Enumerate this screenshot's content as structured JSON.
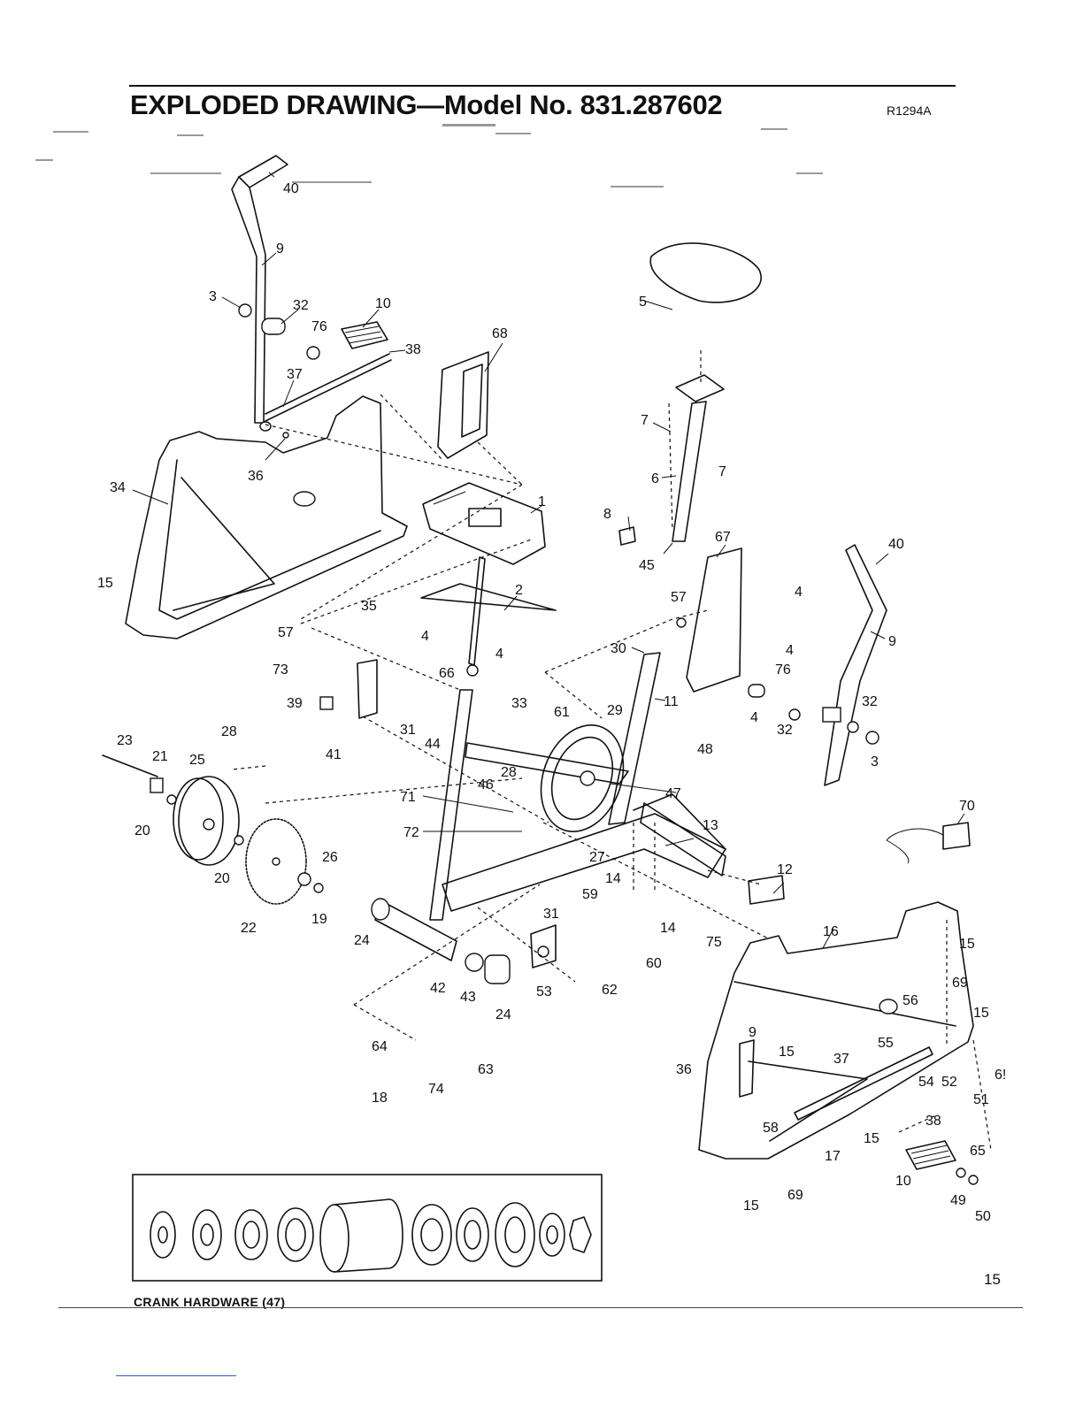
{
  "header": {
    "title": "EXPLODED DRAWING—Model No. 831.287602",
    "code": "R1294A"
  },
  "footer": {
    "page_number": "15",
    "inset_caption": "CRANK HARDWARE (47)"
  },
  "callouts": [
    {
      "id": "c40a",
      "text": "40"
    },
    {
      "id": "c9a",
      "text": "9"
    },
    {
      "id": "c3a",
      "text": "3"
    },
    {
      "id": "c32a",
      "text": "32"
    },
    {
      "id": "c10a",
      "text": "10"
    },
    {
      "id": "c76a",
      "text": "76"
    },
    {
      "id": "c38a",
      "text": "38"
    },
    {
      "id": "c37a",
      "text": "37"
    },
    {
      "id": "c36a",
      "text": "36"
    },
    {
      "id": "c34",
      "text": "34"
    },
    {
      "id": "c15a",
      "text": "15"
    },
    {
      "id": "c68",
      "text": "68"
    },
    {
      "id": "c1",
      "text": "1"
    },
    {
      "id": "c2",
      "text": "2"
    },
    {
      "id": "c4a",
      "text": "4"
    },
    {
      "id": "c4b",
      "text": "4"
    },
    {
      "id": "c35",
      "text": "35"
    },
    {
      "id": "c57a",
      "text": "57"
    },
    {
      "id": "c73",
      "text": "73"
    },
    {
      "id": "c39",
      "text": "39"
    },
    {
      "id": "c66",
      "text": "66"
    },
    {
      "id": "c31a",
      "text": "31"
    },
    {
      "id": "c44",
      "text": "44"
    },
    {
      "id": "c41",
      "text": "41"
    },
    {
      "id": "c33",
      "text": "33"
    },
    {
      "id": "c61",
      "text": "61"
    },
    {
      "id": "c29",
      "text": "29"
    },
    {
      "id": "c23",
      "text": "23"
    },
    {
      "id": "c21",
      "text": "21"
    },
    {
      "id": "c25",
      "text": "25"
    },
    {
      "id": "c28a",
      "text": "28"
    },
    {
      "id": "c28b",
      "text": "28"
    },
    {
      "id": "c20a",
      "text": "20"
    },
    {
      "id": "c20b",
      "text": "20"
    },
    {
      "id": "c26",
      "text": "26"
    },
    {
      "id": "c19",
      "text": "19"
    },
    {
      "id": "c22",
      "text": "22"
    },
    {
      "id": "c71",
      "text": "71"
    },
    {
      "id": "c72",
      "text": "72"
    },
    {
      "id": "c46",
      "text": "46"
    },
    {
      "id": "c27",
      "text": "27"
    },
    {
      "id": "c47",
      "text": "47"
    },
    {
      "id": "c48",
      "text": "48"
    },
    {
      "id": "c13",
      "text": "13"
    },
    {
      "id": "c59",
      "text": "59"
    },
    {
      "id": "c14a",
      "text": "14"
    },
    {
      "id": "c14b",
      "text": "14"
    },
    {
      "id": "c12",
      "text": "12"
    },
    {
      "id": "c24a",
      "text": "24"
    },
    {
      "id": "c42",
      "text": "42"
    },
    {
      "id": "c43",
      "text": "43"
    },
    {
      "id": "c24b",
      "text": "24"
    },
    {
      "id": "c31b",
      "text": "31"
    },
    {
      "id": "c53",
      "text": "53"
    },
    {
      "id": "c62",
      "text": "62"
    },
    {
      "id": "c60",
      "text": "60"
    },
    {
      "id": "c75",
      "text": "75"
    },
    {
      "id": "c64",
      "text": "64"
    },
    {
      "id": "c18",
      "text": "18"
    },
    {
      "id": "c74",
      "text": "74"
    },
    {
      "id": "c63",
      "text": "63"
    },
    {
      "id": "c5",
      "text": "5"
    },
    {
      "id": "c7a",
      "text": "7"
    },
    {
      "id": "c7b",
      "text": "7"
    },
    {
      "id": "c6",
      "text": "6"
    },
    {
      "id": "c8",
      "text": "8"
    },
    {
      "id": "c45",
      "text": "45"
    },
    {
      "id": "c67",
      "text": "67"
    },
    {
      "id": "c57b",
      "text": "57"
    },
    {
      "id": "c30",
      "text": "30"
    },
    {
      "id": "c11",
      "text": "11"
    },
    {
      "id": "c4c",
      "text": "4"
    },
    {
      "id": "c4d",
      "text": "4"
    },
    {
      "id": "c76b",
      "text": "76"
    },
    {
      "id": "c4e",
      "text": "4"
    },
    {
      "id": "c32b",
      "text": "32"
    },
    {
      "id": "c40b",
      "text": "40"
    },
    {
      "id": "c9b",
      "text": "9"
    },
    {
      "id": "c32c",
      "text": "32"
    },
    {
      "id": "c3b",
      "text": "3"
    },
    {
      "id": "c70",
      "text": "70"
    },
    {
      "id": "c16",
      "text": "16"
    },
    {
      "id": "c15b",
      "text": "15"
    },
    {
      "id": "c69a",
      "text": "69"
    },
    {
      "id": "c56",
      "text": "56"
    },
    {
      "id": "c15c",
      "text": "15"
    },
    {
      "id": "c55",
      "text": "55"
    },
    {
      "id": "c9c",
      "text": "9"
    },
    {
      "id": "c15d",
      "text": "15"
    },
    {
      "id": "c37b",
      "text": "37"
    },
    {
      "id": "c36b",
      "text": "36"
    },
    {
      "id": "c54",
      "text": "54"
    },
    {
      "id": "c52",
      "text": "52"
    },
    {
      "id": "c6x",
      "text": "6!"
    },
    {
      "id": "c51",
      "text": "51"
    },
    {
      "id": "c58",
      "text": "58"
    },
    {
      "id": "c15e",
      "text": "15"
    },
    {
      "id": "c17",
      "text": "17"
    },
    {
      "id": "c38b",
      "text": "38"
    },
    {
      "id": "c65",
      "text": "65"
    },
    {
      "id": "c10b",
      "text": "10"
    },
    {
      "id": "c49",
      "text": "49"
    },
    {
      "id": "c50",
      "text": "50"
    },
    {
      "id": "c15f",
      "text": "15"
    },
    {
      "id": "c69b",
      "text": "69"
    }
  ]
}
